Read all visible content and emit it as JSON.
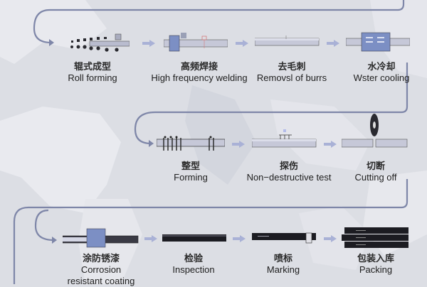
{
  "colors": {
    "background": "#dcdee4",
    "connector": "#7e86a8",
    "arrow": "#a9b1d6",
    "pipe_light": "#c9cbdb",
    "pipe_dark": "#1c1c22",
    "machine_blue": "#7c8fc4"
  },
  "rows": [
    {
      "steps": [
        {
          "cn": "辊式成型",
          "en": "Roll forming",
          "icon": "roll-forming-icon"
        },
        {
          "cn": "高频焊接",
          "en": "High frequency welding",
          "icon": "welding-machine-icon"
        },
        {
          "cn": "去毛刺",
          "en": "Removsl of burrs",
          "icon": "deburring-pipe-icon"
        },
        {
          "cn": "水冷却",
          "en": "Wster cooling",
          "icon": "cooling-box-icon"
        }
      ]
    },
    {
      "steps": [
        {
          "cn": "整型",
          "en": "Forming",
          "icon": "sizing-rollers-icon"
        },
        {
          "cn": "探伤",
          "en": "Non−destructive test",
          "icon": "ndt-probe-icon"
        },
        {
          "cn": "切断",
          "en": "Cutting off",
          "icon": "saw-blade-icon"
        }
      ]
    },
    {
      "steps": [
        {
          "cn": "涂防锈漆",
          "en": "Corrosion",
          "en2": "resistant coating",
          "icon": "coating-box-icon"
        },
        {
          "cn": "检验",
          "en": "Inspection",
          "icon": "black-pipe-icon"
        },
        {
          "cn": "喷标",
          "en": "Marking",
          "icon": "marking-pipe-icon"
        },
        {
          "cn": "包装入库",
          "en": "Packing",
          "icon": "pipe-bundle-icon"
        }
      ]
    }
  ]
}
